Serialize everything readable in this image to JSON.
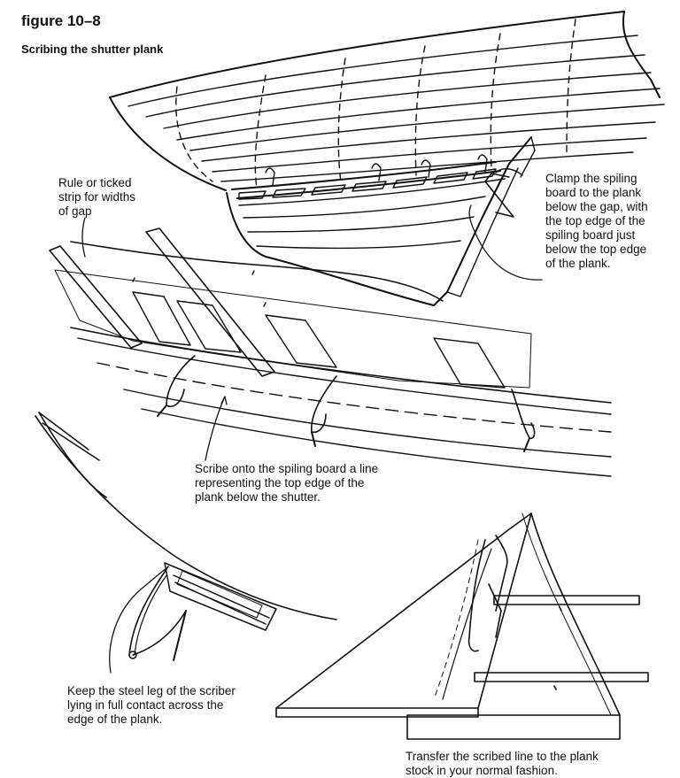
{
  "figure": {
    "label": "figure 10–8",
    "title": "Scribing the shutter plank"
  },
  "captions": {
    "rule": "Rule or ticked\nstrip for widths\nof gap",
    "clamp": "Clamp the spiling\nboard to the plank\nbelow the gap, with\nthe top edge of the\nspiling board just\nbelow the top edge\nof the plank.",
    "scribe": "Scribe onto the spiling board a line\nrepresenting the top edge of the\nplank below the shutter.",
    "steel": "Keep the steel leg of the scriber\nlying in full contact across the\nedge of the plank.",
    "transfer": "Transfer the scribed line to the plank\nstock in your normal fashion."
  }
}
